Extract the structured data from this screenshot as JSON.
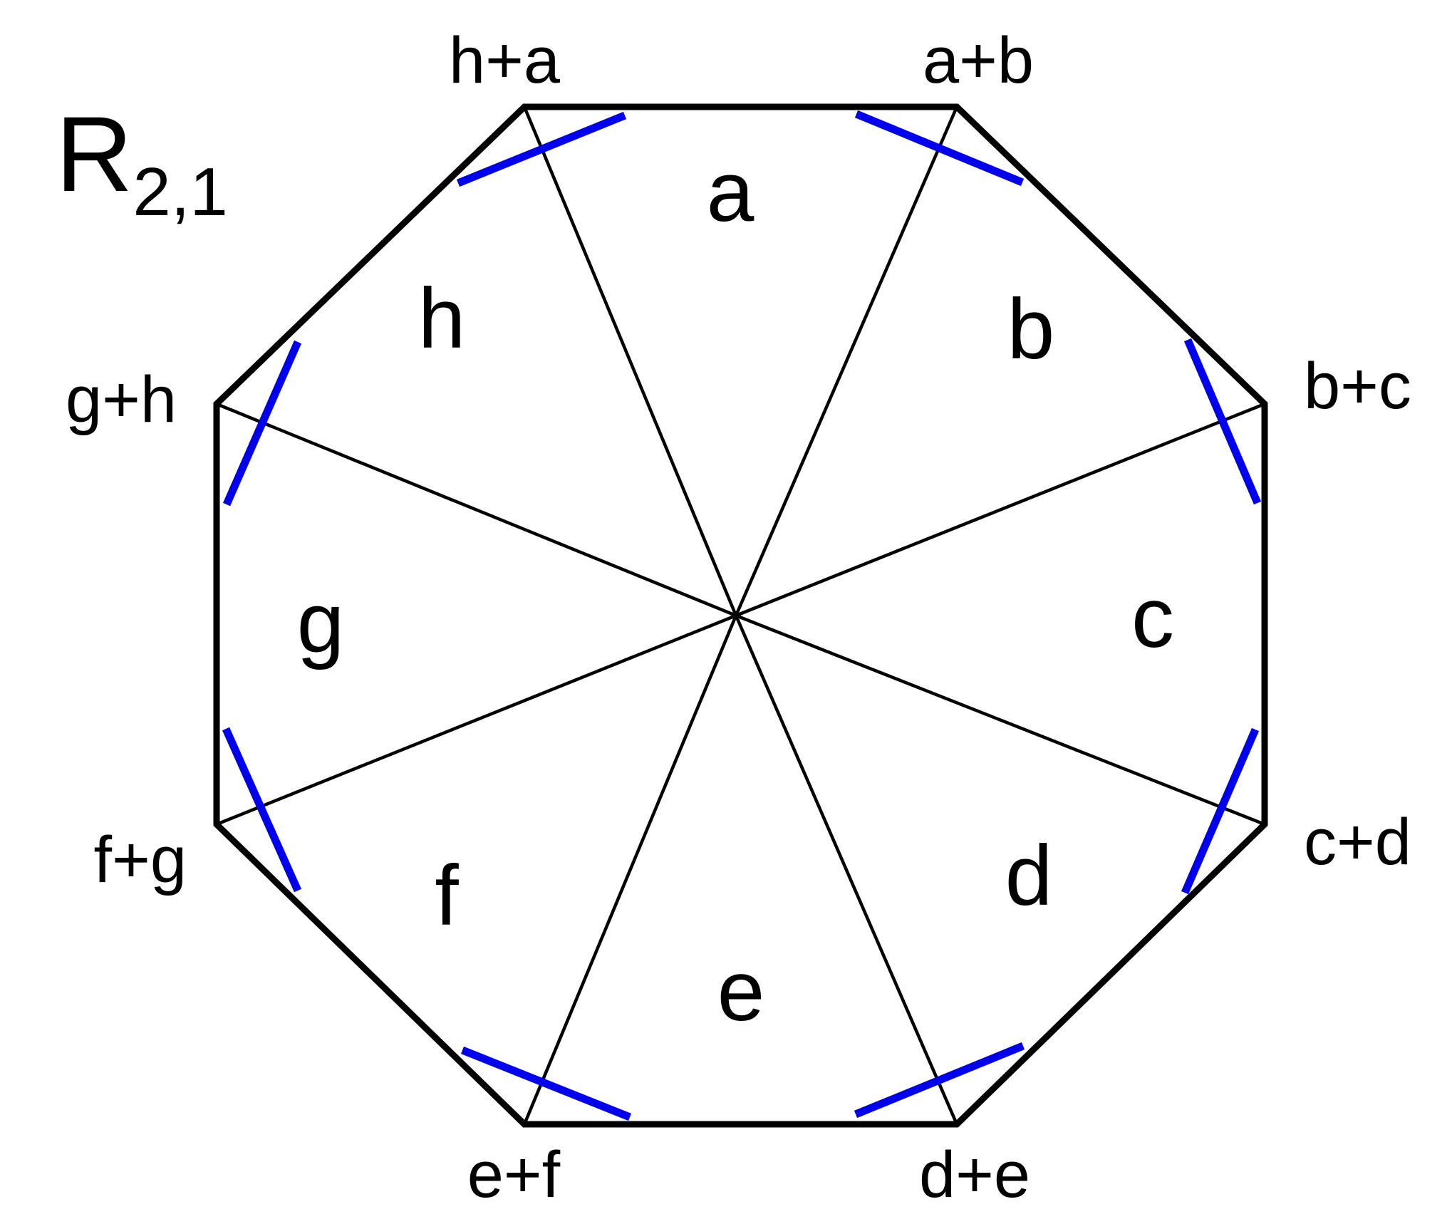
{
  "title": {
    "main": "R",
    "subscript": "2,1"
  },
  "regions": [
    "a",
    "b",
    "c",
    "d",
    "e",
    "f",
    "g",
    "h"
  ],
  "vertex_labels": [
    "h+a",
    "a+b",
    "b+c",
    "c+d",
    "d+e",
    "e+f",
    "f+g",
    "g+h"
  ],
  "colors": {
    "outline": "#000000",
    "spokes": "#000000",
    "markers": "#0000ee"
  }
}
